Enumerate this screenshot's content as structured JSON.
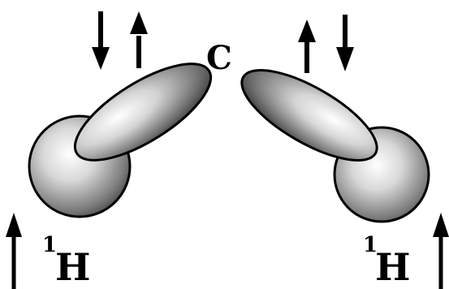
{
  "colors": {
    "background": "#ffffff",
    "outline": "#000000",
    "arrow": "#000000",
    "shading_light": "#ffffff",
    "shading_dark": "#2a2a2a"
  },
  "labels": {
    "carbon": "C",
    "left_hydrogen_mass": "1",
    "left_hydrogen_symbol": "H",
    "right_hydrogen_mass": "1",
    "right_hydrogen_symbol": "H"
  },
  "arrows": {
    "left_bond_pair": [
      "down",
      "up"
    ],
    "right_bond_pair": [
      "up",
      "down"
    ],
    "left_hydrogen_spin": "up",
    "right_hydrogen_spin": "up"
  },
  "icons": {
    "spin_up": "up-arrow-icon",
    "spin_down": "down-arrow-icon",
    "hydrogen_orbital": "sphere-icon",
    "bond_orbital": "ellipsoid-lobe-icon"
  }
}
